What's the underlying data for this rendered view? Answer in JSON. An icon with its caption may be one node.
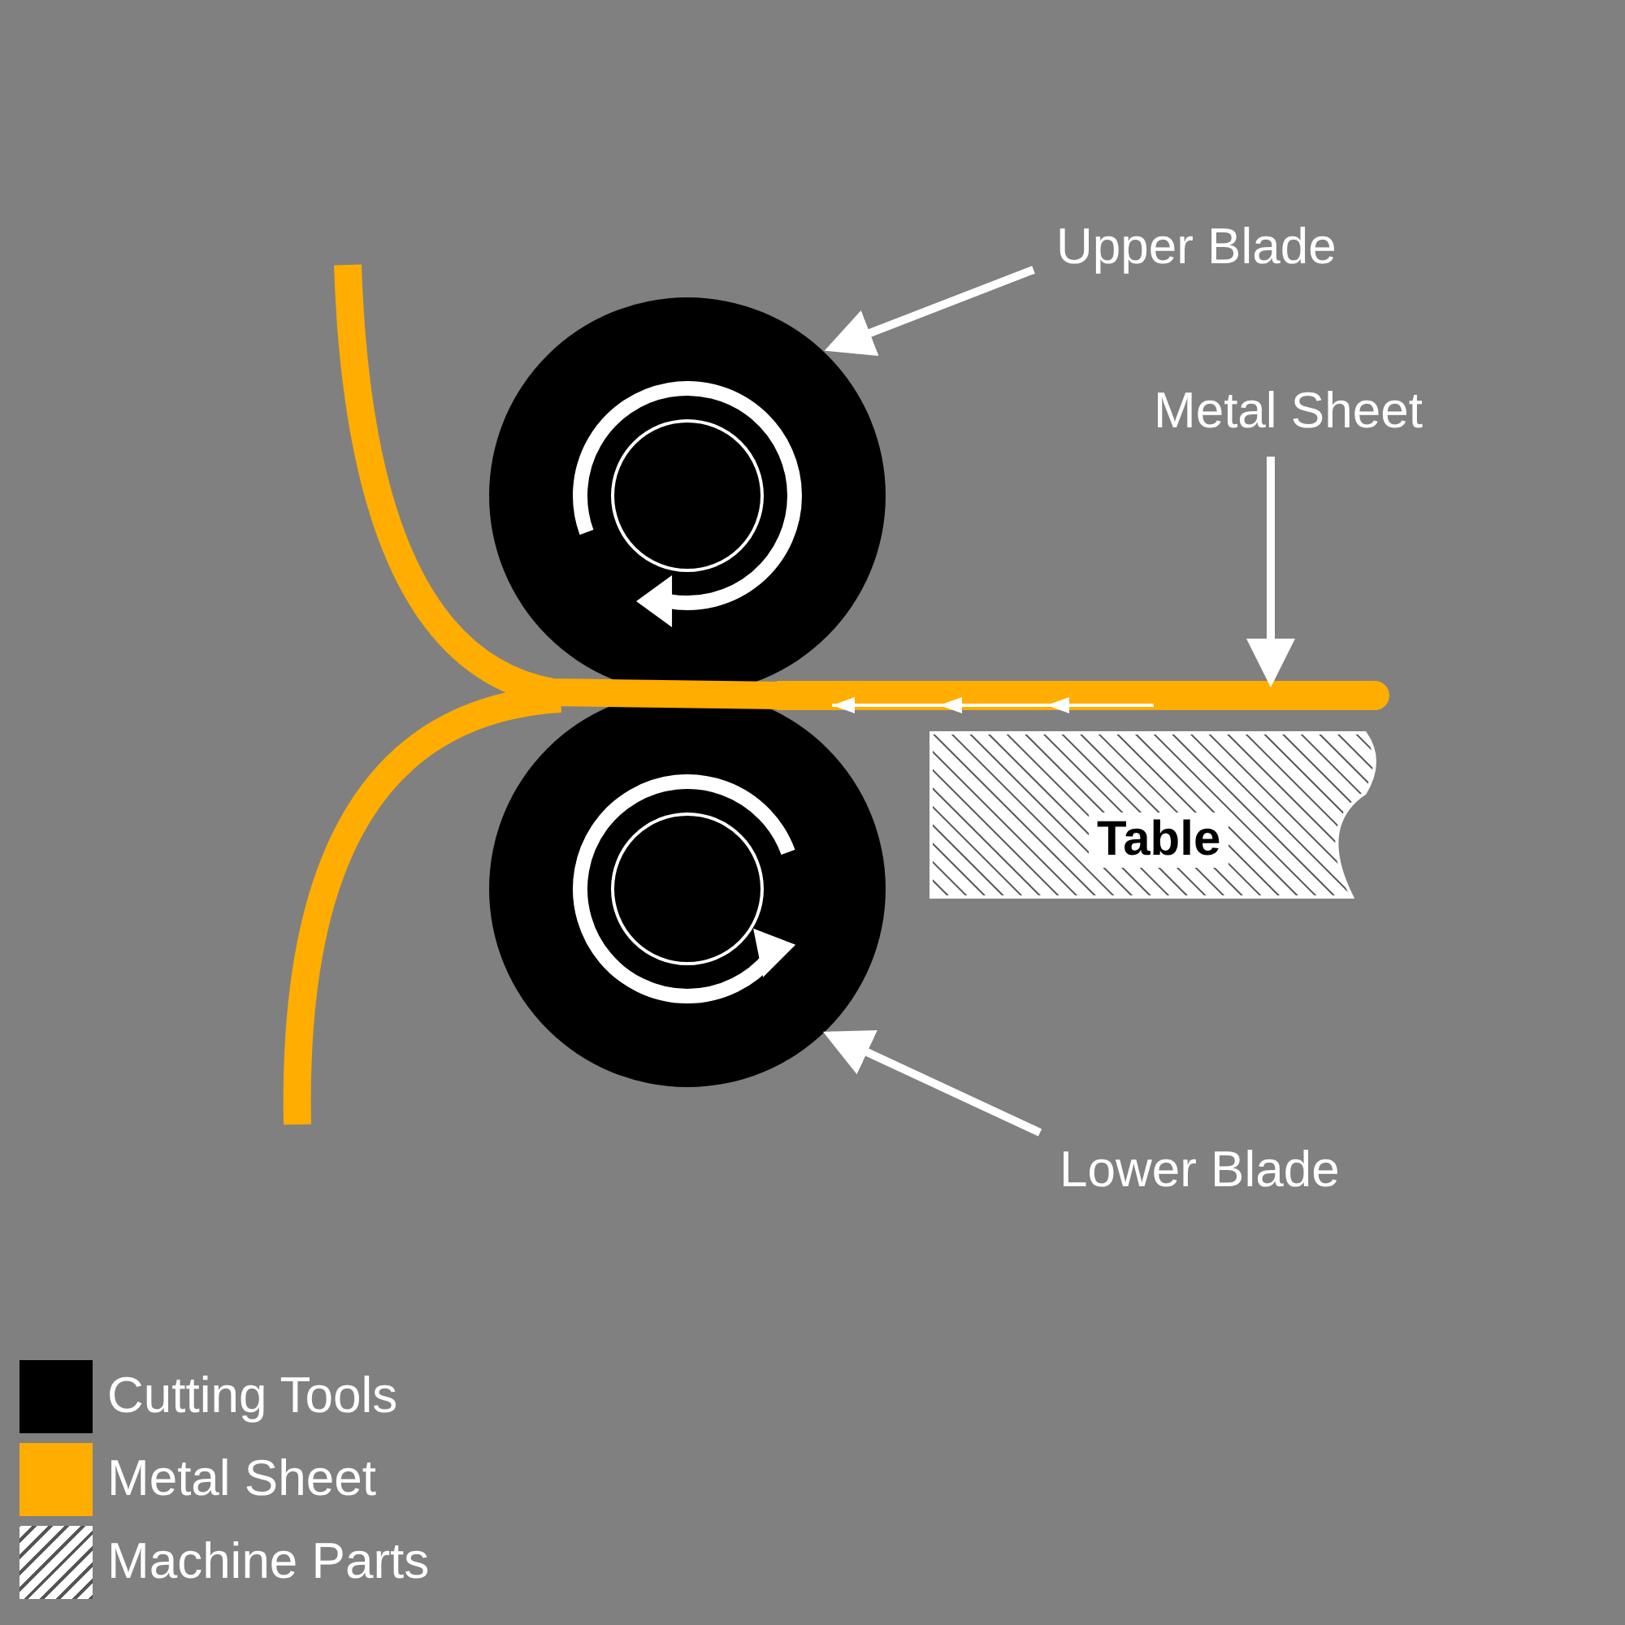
{
  "diagram": {
    "nodes": [
      {
        "text": [
          "Upper Blade"
        ]
      },
      {
        "text": [],
        "shape": "circle"
      },
      {
        "text": [
          "Metal Sheet"
        ]
      },
      {
        "text": [],
        "shape": "bar"
      },
      {
        "text": [
          "Table"
        ]
      },
      {
        "text": [],
        "shape": "circle"
      },
      {
        "text": [
          "Lower Blade"
        ]
      }
    ],
    "edges": [
      {
        "from": 0,
        "to": 1,
        "arrow": "to"
      },
      {
        "from": 2,
        "to": 3,
        "arrow": "to"
      },
      {
        "from": 6,
        "to": 5,
        "arrow": "to"
      }
    ],
    "legend": [
      {
        "text": "Cutting Tools",
        "color": "#000000"
      },
      {
        "text": "Metal Sheet",
        "color": "#ffad00"
      },
      {
        "text": "Machine Parts"
      }
    ]
  }
}
